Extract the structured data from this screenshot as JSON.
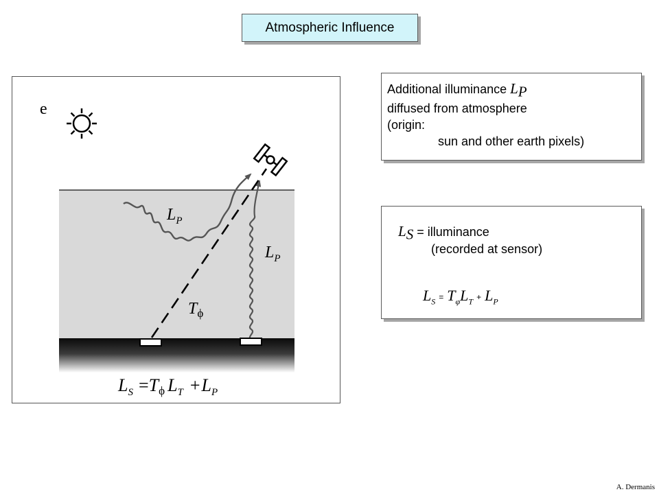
{
  "title": "Atmospheric Influence",
  "info_box": {
    "line1_text": "Additional illuminance ",
    "line1_symbol": "L",
    "line1_sub": "P",
    "line2": "diffused from atmosphere",
    "line3": "(origin:",
    "line4": "sun and other earth pixels)"
  },
  "equation_box": {
    "line1_symbol": "L",
    "line1_sub": "S",
    "line1_text": " = illuminance",
    "line2": "(recorded at sensor)",
    "eq": {
      "t1": "L",
      "t1_sub": "S",
      "op1": "=",
      "t2": "T",
      "t2_sub": "φ",
      "t3": "L",
      "t3_sub": "T",
      "op2": "+",
      "t4": "L",
      "t4_sub": "P"
    }
  },
  "figure": {
    "panel_label": "e",
    "path_label_1": {
      "text": "L",
      "sub": "P"
    },
    "path_label_2": {
      "text": "L",
      "sub": "P"
    },
    "transmittance_label": {
      "text": "T",
      "sub": "ϕ"
    },
    "equation": {
      "t1": "L",
      "t1_sub": "S",
      "op1": "=",
      "t2": "T",
      "t2_sub": "ϕ",
      "t3": "L",
      "t3_sub": "T",
      "op2": "+",
      "t4": "L",
      "t4_sub": "P"
    },
    "colors": {
      "atmosphere": "#d9d9d9",
      "ground_top": "#0a0a0a",
      "ground_bottom": "#ffffff",
      "stroke": "#555555"
    }
  },
  "credit": "A. Dermanis"
}
